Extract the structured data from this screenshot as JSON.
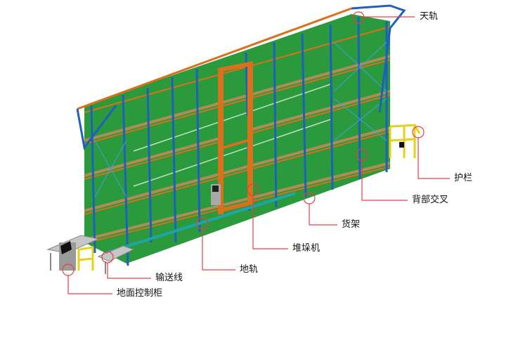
{
  "diagram": {
    "subject": "Automated stacker-crane storage rack system",
    "colors": {
      "upright_blue": "#1f5fbf",
      "beam_orange": "#d9701c",
      "goods_green": "#2a9a3c",
      "goods_green_dark": "#1e7d2e",
      "pallet_tan": "#b08a58",
      "rail_teal": "#1fa5a8",
      "guardrail_yellow": "#e6d21a",
      "callout_red": "#e0404a",
      "cabinet_gray": "#9a9a9a",
      "conveyor_gray": "#b5b5b5"
    },
    "labels": [
      {
        "id": "top-rail",
        "text": "天轨"
      },
      {
        "id": "guardrail",
        "text": "护栏"
      },
      {
        "id": "back-bracing",
        "text": "背部交叉"
      },
      {
        "id": "rack",
        "text": "货架"
      },
      {
        "id": "stacker-crane",
        "text": "堆垛机"
      },
      {
        "id": "ground-rail",
        "text": "地轨"
      },
      {
        "id": "conveyor-line",
        "text": "输送线"
      },
      {
        "id": "ground-control-cabinet",
        "text": "地面控制柜"
      }
    ]
  }
}
